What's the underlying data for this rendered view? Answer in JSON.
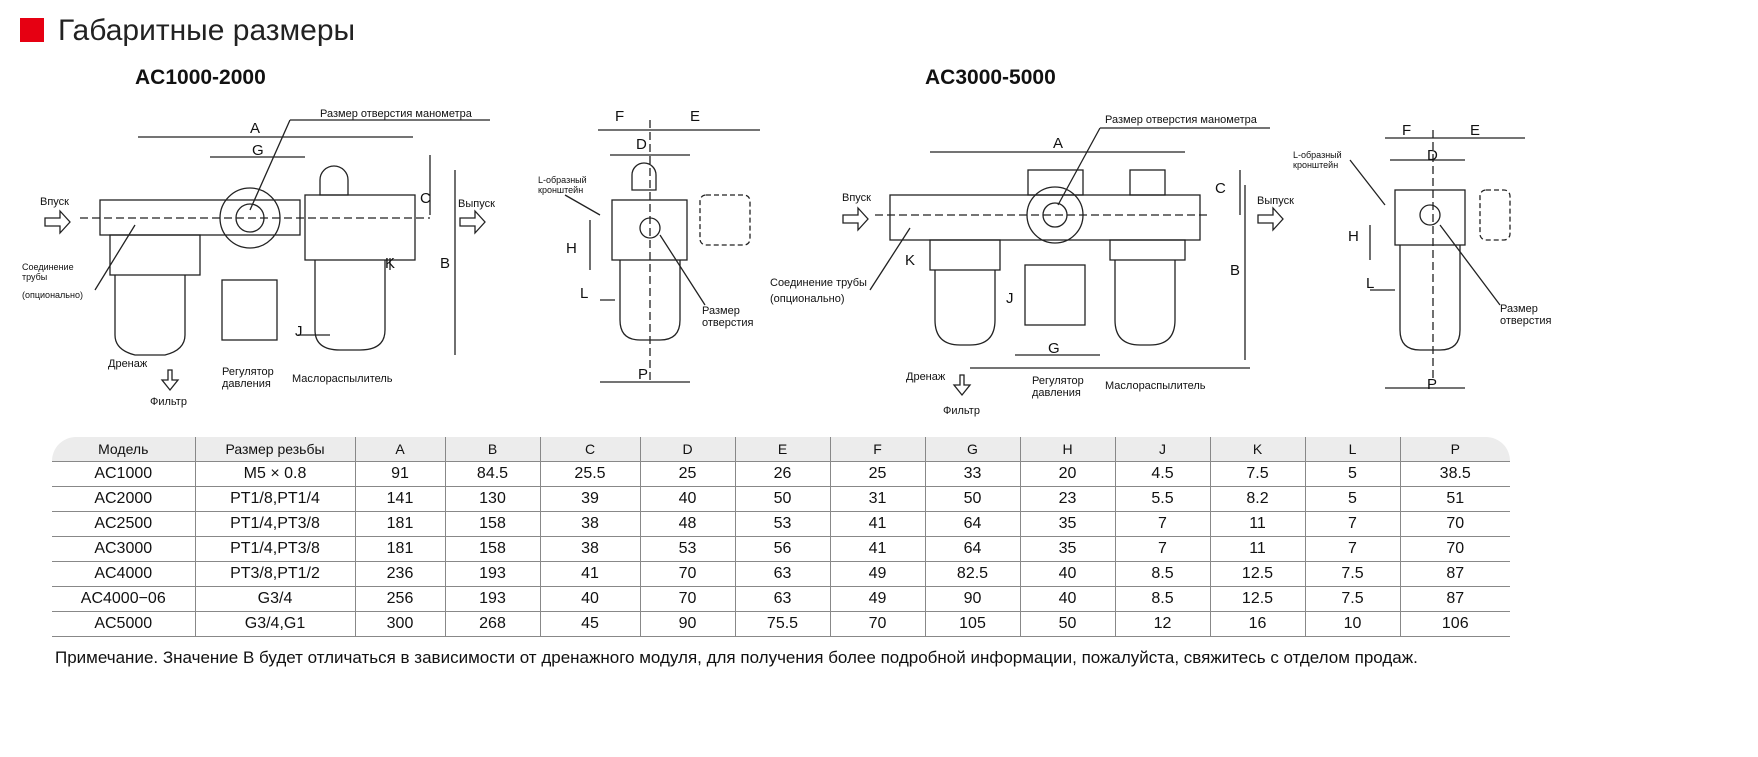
{
  "title": "Габаритные размеры",
  "accent_color": "#e60012",
  "diagram_left": {
    "heading": "AC1000-2000",
    "gauge_port": "Размер отверстия манометра",
    "inlet": "Впуск",
    "outlet": "Выпуск",
    "pipe": "Соединение трубы",
    "pipe2": "(опционально)",
    "drain": "Дренаж",
    "filter": "Фильтр",
    "regulator": "Регулятор давления",
    "lubricator": "Маслораспылитель",
    "bracket": "L-образный кронштейн",
    "port": "Размер отверстия",
    "dims": [
      "A",
      "G",
      "C",
      "B",
      "K",
      "J",
      "F",
      "E",
      "D",
      "H",
      "L",
      "P"
    ]
  },
  "diagram_right": {
    "heading": "AC3000-5000",
    "gauge_port": "Размер отверстия манометра",
    "inlet": "Впуск",
    "outlet": "Выпуск",
    "pipe": "Соединение трубы",
    "pipe2": "(опционально)",
    "drain": "Дренаж",
    "filter": "Фильтр",
    "regulator": "Регулятор давления",
    "lubricator": "Маслораспылитель",
    "bracket": "L-образный кронштейн",
    "port": "Размер отверстия",
    "dims": [
      "A",
      "G",
      "C",
      "B",
      "K",
      "J",
      "F",
      "E",
      "D",
      "H",
      "L",
      "P"
    ]
  },
  "table": {
    "headers": [
      "Модель",
      "Размер резьбы",
      "A",
      "B",
      "C",
      "D",
      "E",
      "F",
      "G",
      "H",
      "J",
      "K",
      "L",
      "P"
    ],
    "rows": [
      [
        "AC1000",
        "M5 × 0.8",
        "91",
        "84.5",
        "25.5",
        "25",
        "26",
        "25",
        "33",
        "20",
        "4.5",
        "7.5",
        "5",
        "38.5"
      ],
      [
        "AC2000",
        "PT1/8,PT1/4",
        "141",
        "130",
        "39",
        "40",
        "50",
        "31",
        "50",
        "23",
        "5.5",
        "8.2",
        "5",
        "51"
      ],
      [
        "AC2500",
        "PT1/4,PT3/8",
        "181",
        "158",
        "38",
        "48",
        "53",
        "41",
        "64",
        "35",
        "7",
        "11",
        "7",
        "70"
      ],
      [
        "AC3000",
        "PT1/4,PT3/8",
        "181",
        "158",
        "38",
        "53",
        "56",
        "41",
        "64",
        "35",
        "7",
        "11",
        "7",
        "70"
      ],
      [
        "AC4000",
        "PT3/8,PT1/2",
        "236",
        "193",
        "41",
        "70",
        "63",
        "49",
        "82.5",
        "40",
        "8.5",
        "12.5",
        "7.5",
        "87"
      ],
      [
        "AC4000−06",
        "G3/4",
        "256",
        "193",
        "40",
        "70",
        "63",
        "49",
        "90",
        "40",
        "8.5",
        "12.5",
        "7.5",
        "87"
      ],
      [
        "AC5000",
        "G3/4,G1",
        "300",
        "268",
        "45",
        "90",
        "75.5",
        "70",
        "105",
        "50",
        "12",
        "16",
        "10",
        "106"
      ]
    ]
  },
  "note": "Примечание. Значение B будет отличаться в зависимости от дренажного модуля, для получения более подробной информации, пожалуйста, свяжитесь с отделом продаж."
}
